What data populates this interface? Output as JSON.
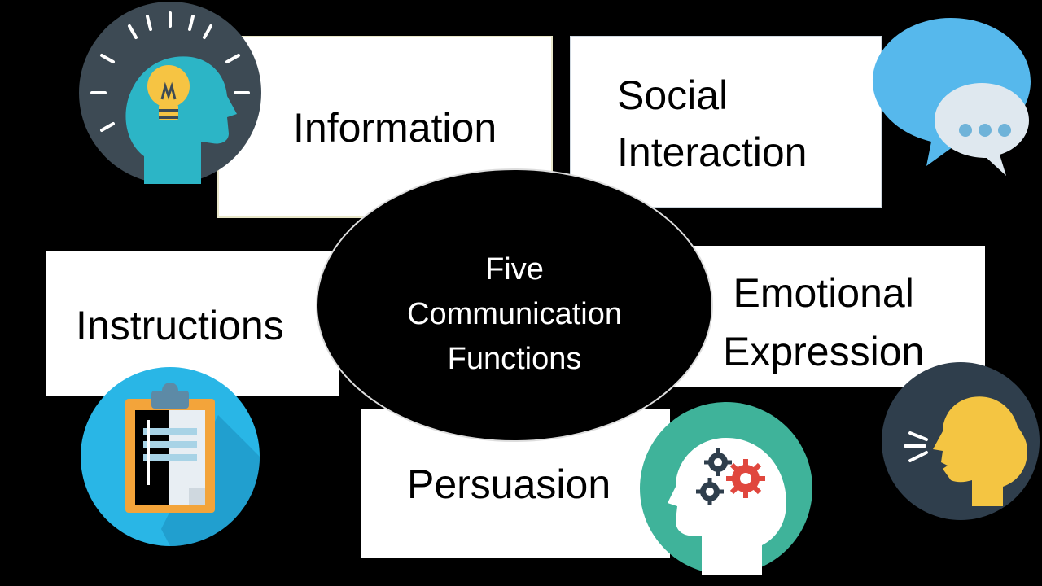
{
  "center": {
    "lines": [
      "Five",
      "Communication",
      "Functions"
    ]
  },
  "functions": {
    "information": "Information",
    "social_interaction": [
      "Social",
      "Interaction"
    ],
    "instructions": "Instructions",
    "emotional_expression": [
      "Emotional",
      "Expression"
    ],
    "persuasion": "Persuasion"
  },
  "icons": {
    "information": "lightbulb-head-icon",
    "social_interaction": "speech-bubbles-icon",
    "instructions": "clipboard-icon",
    "emotional_expression": "speaking-head-icon",
    "persuasion": "gears-head-icon"
  },
  "colors": {
    "background": "#000000",
    "box": "#ffffff",
    "lightbulb_circle": "#3d4a54",
    "bubble_blue": "#56b8ec",
    "clipboard_circle": "#29b6e6",
    "speaking_circle": "#2f3e4c",
    "gears_circle": "#3fb39a"
  }
}
